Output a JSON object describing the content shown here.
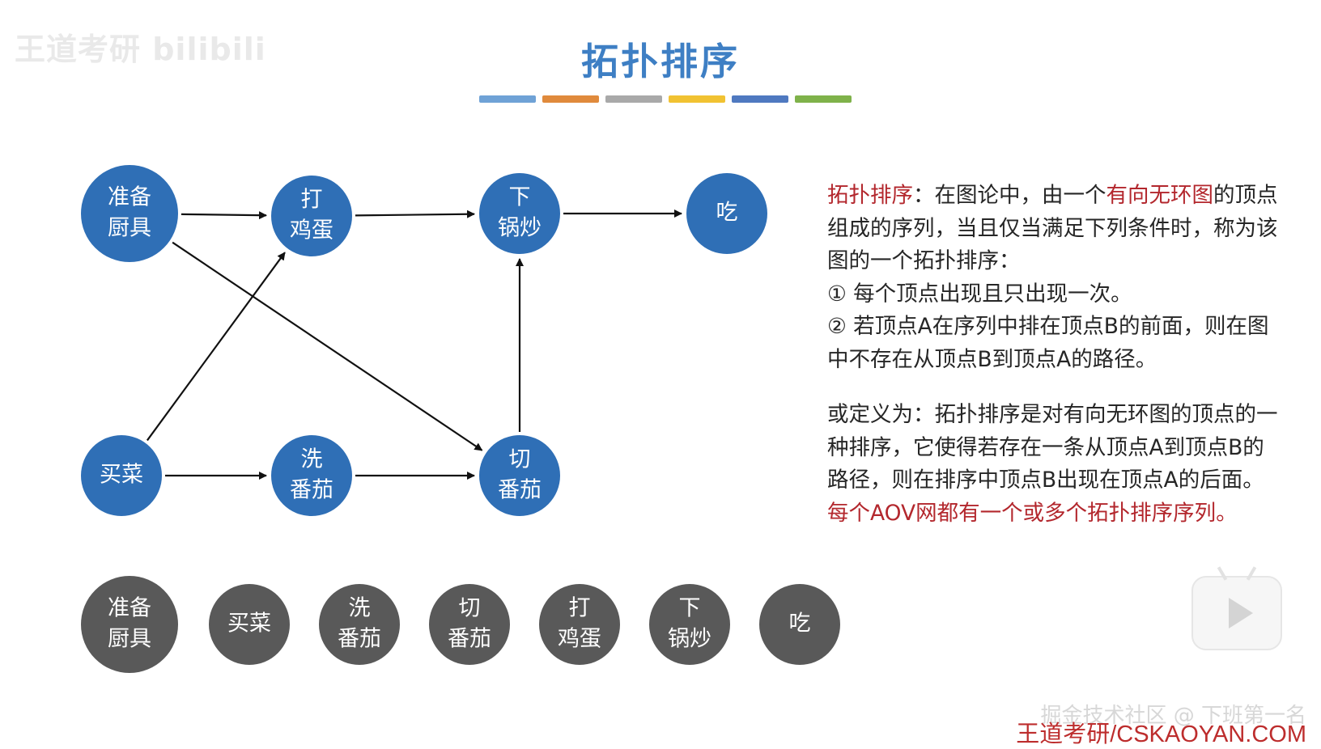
{
  "watermark": "王道考研 bilibili",
  "title": "拓扑排序",
  "title_bar_colors": [
    "#6fa2d6",
    "#e08a3c",
    "#a9a9a9",
    "#f1c232",
    "#4f79c0",
    "#7fb24a"
  ],
  "colors": {
    "node_blue": "#2f6fb6",
    "node_gray": "#595959",
    "accent_red": "#b3272d",
    "title_blue": "#3e7fc4"
  },
  "graph": {
    "nodes": [
      {
        "id": "prepare",
        "lines": [
          "准备",
          "厨具"
        ]
      },
      {
        "id": "beat_egg",
        "lines": [
          "打",
          "鸡蛋"
        ]
      },
      {
        "id": "stir_fry",
        "lines": [
          "下",
          "锅炒"
        ]
      },
      {
        "id": "eat",
        "lines": [
          "吃"
        ]
      },
      {
        "id": "buy",
        "lines": [
          "买菜"
        ]
      },
      {
        "id": "wash",
        "lines": [
          "洗",
          "番茄"
        ]
      },
      {
        "id": "cut",
        "lines": [
          "切",
          "番茄"
        ]
      }
    ],
    "edges": [
      {
        "from": "prepare",
        "to": "beat_egg"
      },
      {
        "from": "beat_egg",
        "to": "stir_fry"
      },
      {
        "from": "stir_fry",
        "to": "eat"
      },
      {
        "from": "prepare",
        "to": "cut"
      },
      {
        "from": "buy",
        "to": "beat_egg"
      },
      {
        "from": "buy",
        "to": "wash"
      },
      {
        "from": "wash",
        "to": "cut"
      },
      {
        "from": "cut",
        "to": "stir_fry"
      }
    ]
  },
  "sequence": [
    {
      "lines": [
        "准备",
        "厨具"
      ]
    },
    {
      "lines": [
        "买菜"
      ]
    },
    {
      "lines": [
        "洗",
        "番茄"
      ]
    },
    {
      "lines": [
        "切",
        "番茄"
      ]
    },
    {
      "lines": [
        "打",
        "鸡蛋"
      ]
    },
    {
      "lines": [
        "下",
        "锅炒"
      ]
    },
    {
      "lines": [
        "吃"
      ]
    }
  ],
  "description": {
    "term": "拓扑排序",
    "p1_a": "：在图论中，由一个",
    "p1_red": "有向无环图",
    "p1_b": "的顶点组成的序列，当且仅当满足下列条件时，称为该图的一个拓扑排序：",
    "item1": "① 每个顶点出现且只出现一次。",
    "item2": "② 若顶点A在序列中排在顶点B的前面，则在图中不存在从顶点B到顶点A的路径。",
    "p2": "或定义为：拓扑排序是对有向无环图的顶点的一种排序，它使得若存在一条从顶点A到顶点B的路径，则在排序中顶点B出现在顶点A的后面。",
    "p2_red": "每个AOV网都有一个或多个拓扑排序序列。"
  },
  "credits": {
    "line1": "掘金技术社区 @ 下班第一名",
    "line2": "王道考研/CSKAOYAN.COM"
  }
}
